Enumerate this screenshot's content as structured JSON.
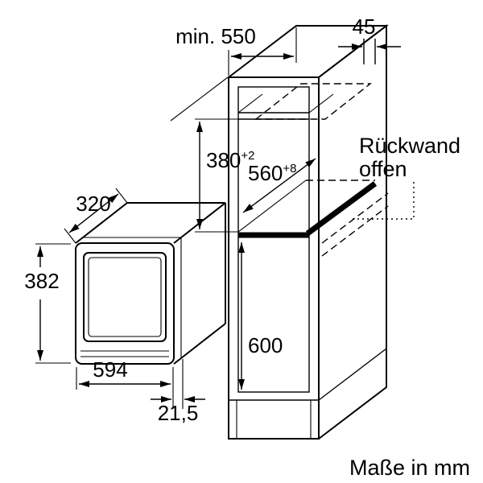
{
  "figure": {
    "kind": "appliance installation drawing",
    "units_note": "Maße in mm"
  },
  "labels": {
    "min_depth": "min. 550",
    "rear_gap": "45",
    "niche_height": "380",
    "niche_height_tol": "+2",
    "niche_width": "560",
    "niche_width_tol": "+8",
    "back_note_line1": "Rückwand",
    "back_note_line2": "offen",
    "appliance_depth": "320",
    "appliance_height": "382",
    "appliance_width": "594",
    "door_protrusion": "21,5",
    "lower_compartment": "600"
  },
  "colors": {
    "line": "#000000",
    "background": "#ffffff"
  }
}
